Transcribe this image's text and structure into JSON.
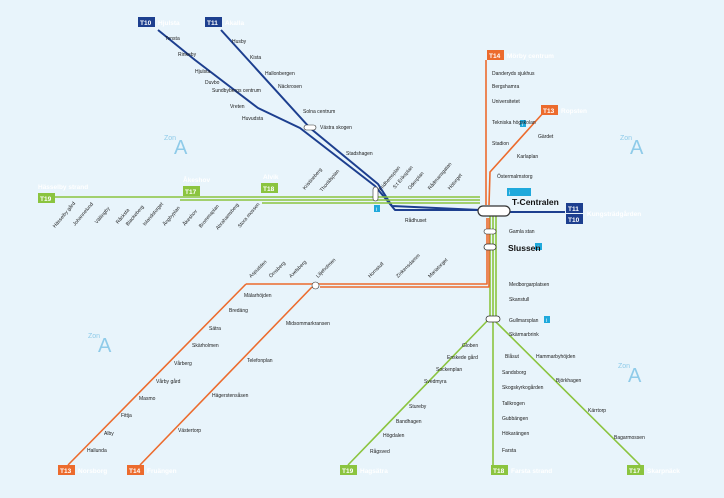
{
  "colors": {
    "background": "#e8f4fb",
    "blue": "#1d3f8f",
    "green": "#8bc43f",
    "red": "#ec6b2d",
    "info": "#1fa9dc"
  },
  "zones": [
    {
      "label": "Zon",
      "letter": "A"
    },
    {
      "label": "Zon",
      "letter": "A"
    },
    {
      "label": "Zon",
      "letter": "A"
    },
    {
      "label": "Zon",
      "letter": "A"
    }
  ],
  "terminals": {
    "hjulsta": {
      "line": "T10",
      "name": "Hjulsta"
    },
    "akalla": {
      "line": "T11",
      "name": "Akalla"
    },
    "morby": {
      "line": "T14",
      "name": "Mörby centrum"
    },
    "ropsten": {
      "line": "T13",
      "name": "Ropsten"
    },
    "hasselby": {
      "line": "T19",
      "name": "Hässelby strand"
    },
    "akeshov": {
      "line": "T17",
      "name": "Åkeshov"
    },
    "alvik": {
      "line": "T18",
      "name": "Alvik"
    },
    "tcentralen": {
      "line": "",
      "name": "T-Centralen"
    },
    "kungs": {
      "line1": "T11",
      "line2": "T10",
      "name": "Kungsträdgården"
    },
    "slussen": {
      "line": "",
      "name": "Slussen"
    },
    "norsborg": {
      "line": "T13",
      "name": "Norsborg"
    },
    "fruangen": {
      "line": "T14",
      "name": "Fruängen"
    },
    "hagsatra": {
      "line": "T19",
      "name": "Hagsätra"
    },
    "farsta": {
      "line": "T18",
      "name": "Farsta strand"
    },
    "skarpnack": {
      "line": "T17",
      "name": "Skarpnäck"
    }
  },
  "stations": {
    "blue": [
      "Tensta",
      "Rinkeby",
      "Hjulsta",
      "Duvbo",
      "Sundbybergs centrum",
      "Vreten",
      "Huvudsta",
      "Husby",
      "Kista",
      "Hallonbergen",
      "Näckrosen",
      "Solna centrum",
      "Västra skogen",
      "Stadshagen",
      "Rådhuset"
    ],
    "green_west": [
      "Hässelby gård",
      "Johannelund",
      "Vällingby",
      "Råcksta",
      "Blackeberg",
      "Islandstorget",
      "Ängbyplan",
      "Åkeshov",
      "Brommaplan",
      "Abrahamsberg",
      "Stora mossen",
      "Kristineberg",
      "Thorildsplan",
      "Fridhemsplan",
      "S:t Eriksplan",
      "Odenplan",
      "Rådmansgatan",
      "Hötorget"
    ],
    "red_north": [
      "Danderyds sjukhus",
      "Bergshamra",
      "Universitetet",
      "Tekniska högskolan",
      "Stadion",
      "Gärdet",
      "Karlaplan",
      "Östermalmstorg"
    ],
    "central": [
      "Gamla stan",
      "Medborgarplatsen",
      "Skanstull",
      "Gullmarsplan",
      "Skärmarbrink"
    ],
    "red_south": [
      "Liljeholmen",
      "Aspudden",
      "Örnsberg",
      "Axelsberg",
      "Mälarhöjden",
      "Bredäng",
      "Sätra",
      "Skärholmen",
      "Vårberg",
      "Vårby gård",
      "Masmo",
      "Fittja",
      "Alby",
      "Hallunda",
      "Hornstull",
      "Zinkensdamm",
      "Mariatorget",
      "Midsommarkransen",
      "Telefonplan",
      "Hägerstensåsen",
      "Västertorp"
    ],
    "green_south": [
      "Globen",
      "Enskede gård",
      "Sockenplan",
      "Svedmyra",
      "Stureby",
      "Bandhagen",
      "Högdalen",
      "Rågsved",
      "Blåsut",
      "Sandsborg",
      "Skogskyrkogården",
      "Tallkrogen",
      "Gubbängen",
      "Hökarängen",
      "Farsta",
      "Hammarbyhöjden",
      "Björkhagen",
      "Kärrtorp",
      "Bagarmossen"
    ]
  },
  "badges": {
    "info": "i",
    "interchange": "i"
  }
}
